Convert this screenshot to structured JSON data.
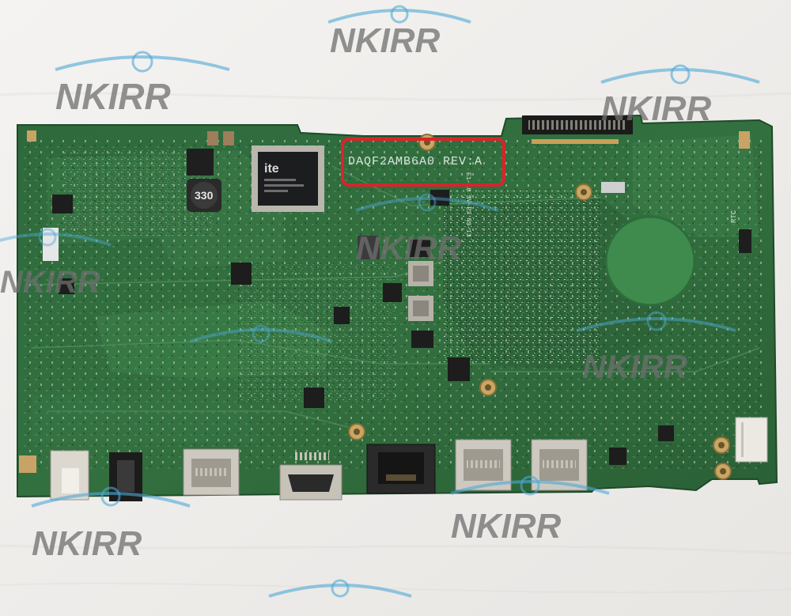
{
  "watermark": {
    "brand": "NKIRR"
  },
  "board": {
    "model_marking": "DAQF2AMB6A0 REV:A",
    "inductor_marking": "330",
    "chip_logo": "ite",
    "rtc_label": "RTC",
    "side_marking": "E1-18 SV-E3 N3-13",
    "highlight_color": "#d9242a",
    "pcb_color": "#2f6b3e"
  }
}
